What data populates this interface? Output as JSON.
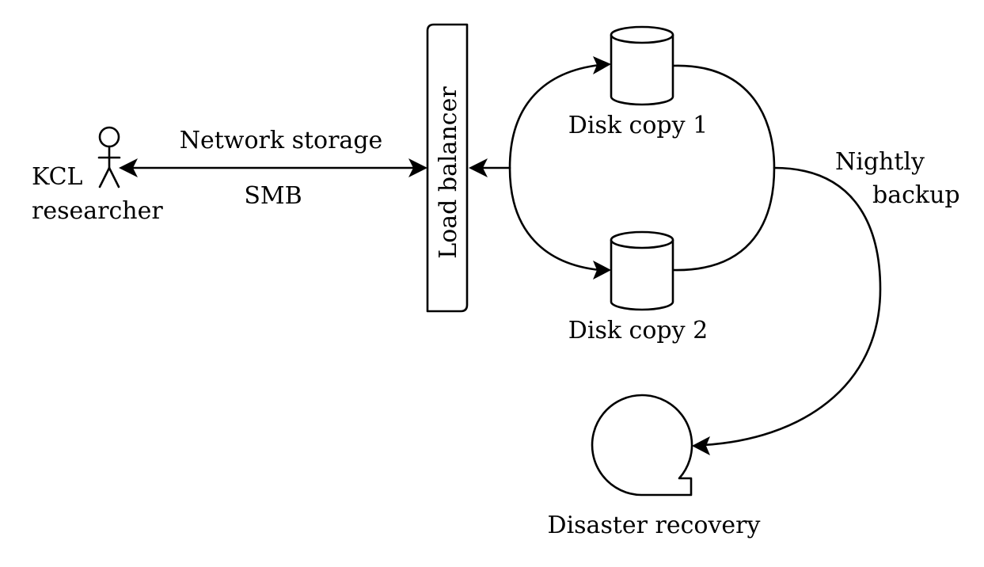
{
  "actor": {
    "name_line1": "KCL",
    "name_line2": "researcher"
  },
  "link": {
    "top_label": "Network storage",
    "bottom_label": "SMB"
  },
  "load_balancer": {
    "label": "Load balancer"
  },
  "disks": [
    {
      "label": "Disk copy 1"
    },
    {
      "label": "Disk copy 2"
    }
  ],
  "backup": {
    "label_line1": "Nightly",
    "label_line2": "backup"
  },
  "recovery": {
    "label": "Disaster recovery"
  },
  "colors": {
    "stroke": "#000000",
    "background": "#ffffff"
  }
}
